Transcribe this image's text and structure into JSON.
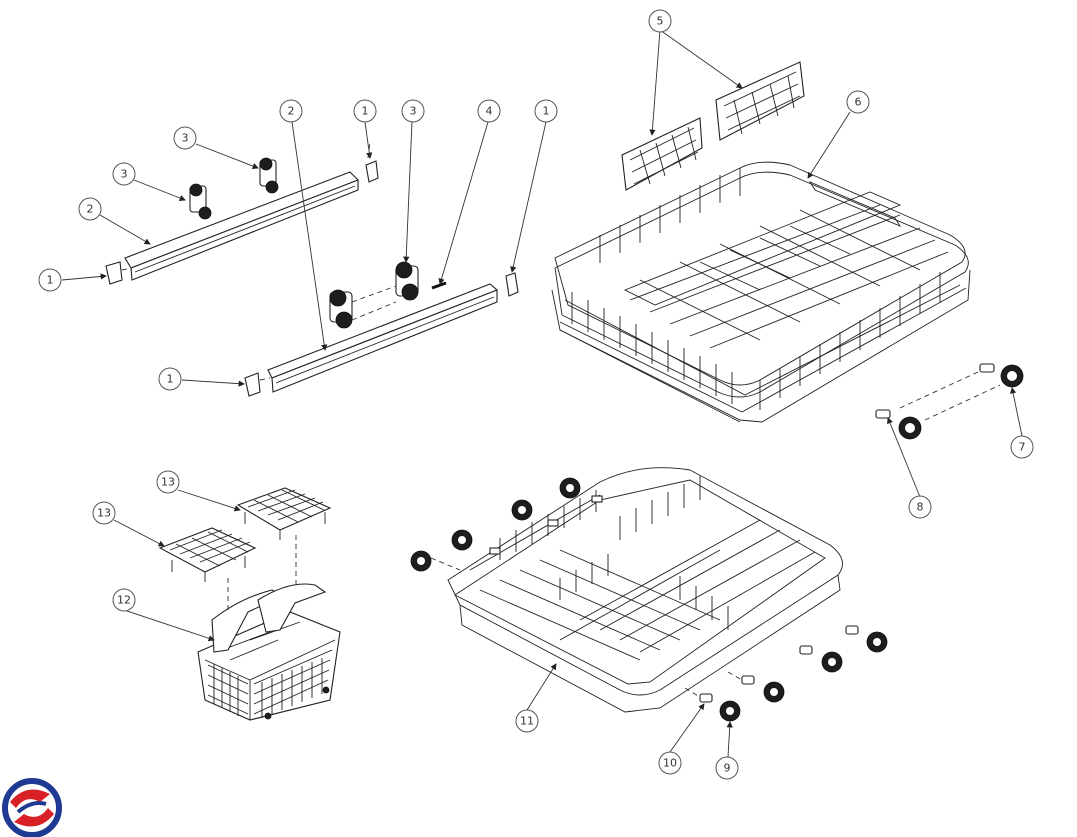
{
  "diagram": {
    "callouts": [
      "1",
      "2",
      "3",
      "4",
      "5",
      "6",
      "7",
      "8",
      "9",
      "10",
      "11",
      "12",
      "13"
    ]
  },
  "logo": {
    "colors": [
      "#1f3a93",
      "#d92027"
    ]
  }
}
